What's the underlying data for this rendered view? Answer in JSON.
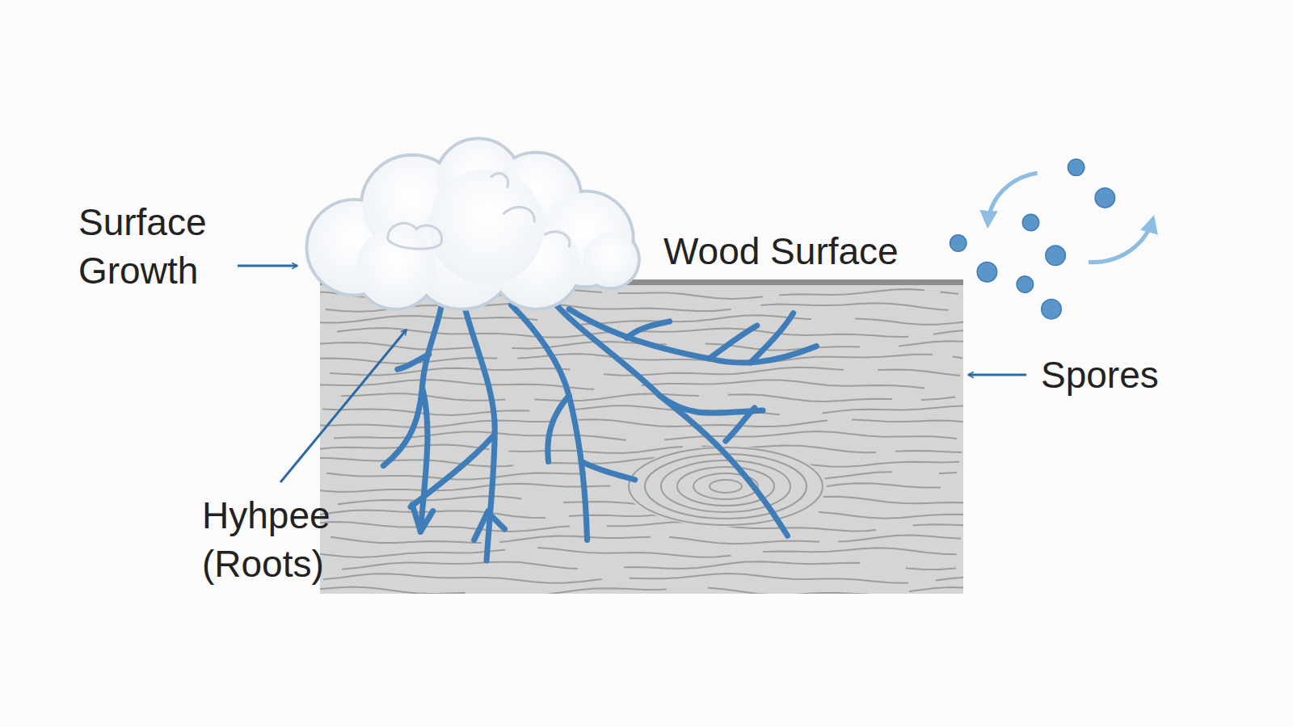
{
  "diagram": {
    "labels": [
      "Surface Growth",
      "Wood Surface",
      "Spores",
      "Hyhpee (Roots)"
    ]
  }
}
